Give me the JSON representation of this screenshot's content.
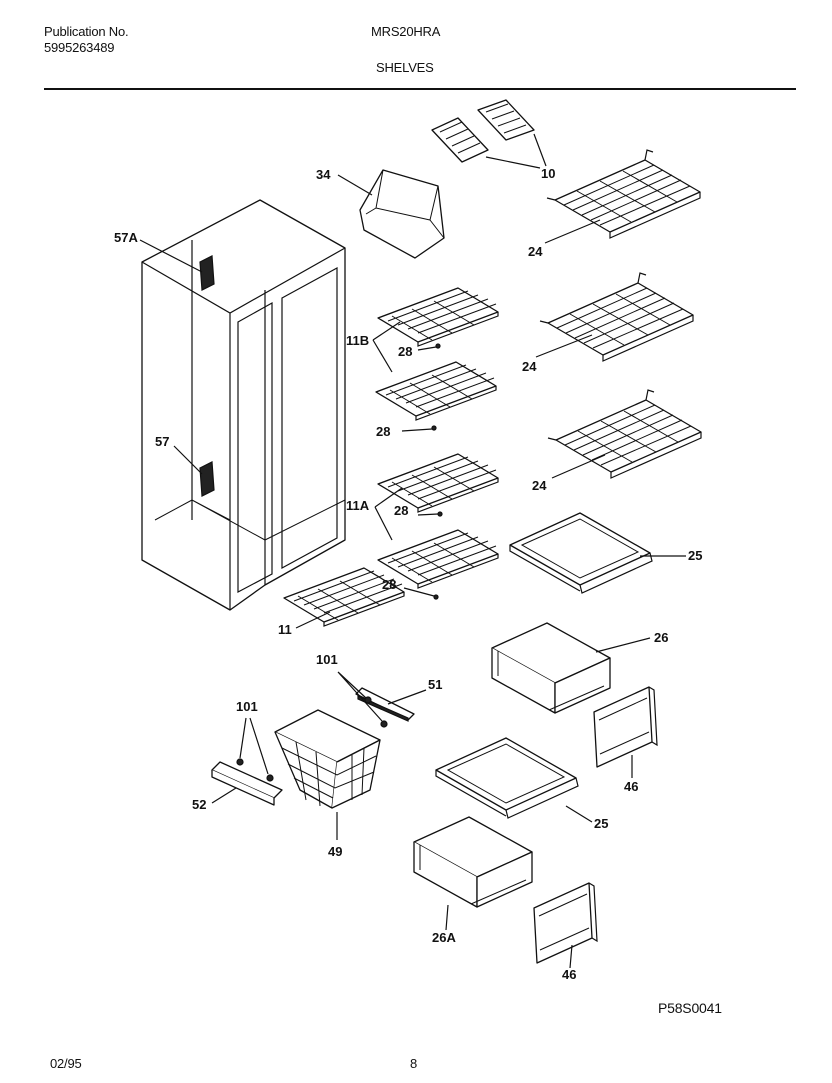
{
  "header": {
    "publication_label": "Publication No.",
    "publication_number": "5995263489",
    "model": "MRS20HRA",
    "section": "SHELVES"
  },
  "callouts": {
    "c10": "10",
    "c34": "34",
    "c24a": "24",
    "c24b": "24",
    "c24c": "24",
    "c57A": "57A",
    "c57": "57",
    "c11B": "11B",
    "c28a": "28",
    "c28b": "28",
    "c11A": "11A",
    "c28c": "28",
    "c28d": "28",
    "c25a": "25",
    "c11": "11",
    "c26": "26",
    "c101a": "101",
    "c51": "51",
    "c101b": "101",
    "c46a": "46",
    "c52": "52",
    "c49": "49",
    "c25b": "25",
    "c26A": "26A",
    "c46b": "46"
  },
  "footer": {
    "drawing_code": "P58S0041",
    "date": "02/95",
    "page": "8"
  }
}
